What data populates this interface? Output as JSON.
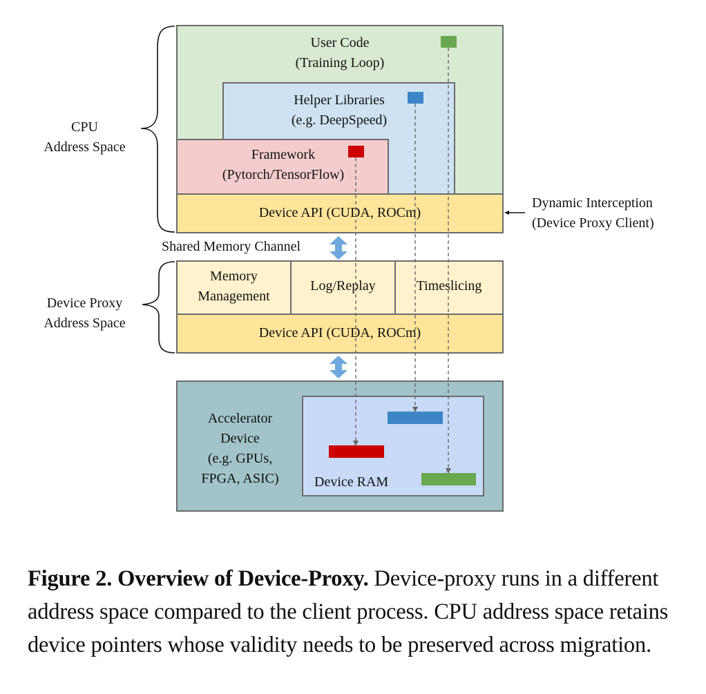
{
  "figure": {
    "cpu_space": {
      "label_lines": [
        "CPU",
        "Address Space"
      ],
      "user_code": [
        "User Code",
        "(Training Loop)"
      ],
      "helper_libraries": [
        "Helper Libraries",
        "(e.g. DeepSpeed)"
      ],
      "framework": [
        "Framework",
        "(Pytorch/TensorFlow)"
      ],
      "device_api": "Device API (CUDA, ROCm)"
    },
    "interception": [
      "Dynamic Interception",
      "(Device Proxy Client)"
    ],
    "shared_memory_label": "Shared Memory Channel",
    "proxy_space": {
      "label_lines": [
        "Device Proxy",
        "Address Space"
      ],
      "memory_management": [
        "Memory",
        "Management"
      ],
      "log_replay": "Log/Replay",
      "timeslicing": "Timeslicing",
      "device_api": "Device API (CUDA, ROCm)"
    },
    "accelerator": {
      "label_lines": [
        "Accelerator",
        "Device",
        "(e.g. GPUs,",
        "FPGA, ASIC)"
      ],
      "device_ram": "Device RAM"
    },
    "colors": {
      "user_code_bg": "#d9ead3",
      "helper_bg": "#cfe2f3",
      "framework_bg": "#f4cccc",
      "device_api_bg": "#ffe599",
      "proxy_module_bg": "#fff2cc",
      "accelerator_bg": "#a2c4c9",
      "ram_bg": "#c9daf8",
      "green_pointer": "#6aa84f",
      "blue_pointer": "#3d85c6",
      "red_pointer": "#cc0000",
      "arrow_blue": "#6fa8dc"
    }
  },
  "caption": {
    "bold": "Figure 2. Overview of Device-Proxy.",
    "text": " Device-proxy runs in a different address space compared to the client process. CPU address space retains device pointers whose validity needs to be preserved across migration."
  }
}
